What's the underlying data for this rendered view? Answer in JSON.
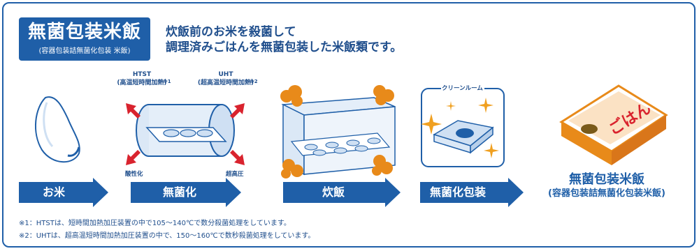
{
  "title": {
    "main": "無菌包装米飯",
    "sub": "(容器包装詰無菌化包装 米飯)"
  },
  "description": [
    "炊飯前のお米を殺菌して",
    "調理済みごはんを無菌包装した米飯類です。"
  ],
  "labels": {
    "htst": "HTST",
    "htst_sub": "(高温短時間加熱)",
    "htst_mark": "※1",
    "uht": "UHT",
    "uht_sub": "(超高温短時間加熱)",
    "uht_mark": "※2",
    "acid": "酸性化",
    "pressure": "超高圧",
    "cleanroom": "クリーンルーム",
    "pack_text": "ごはん"
  },
  "steps": [
    {
      "label": "お米"
    },
    {
      "label": "無菌化"
    },
    {
      "label": "炊飯"
    },
    {
      "label": "無菌化包装"
    }
  ],
  "final": {
    "name": "無菌包装米飯",
    "sub": "(容器包装詰無菌化包装米飯)"
  },
  "footnotes": [
    "※1：HTSTは、短時間加熱加圧装置の中で105～140℃で数分殺菌処理をしています。",
    "※2：UHTは、超高温短時間加熱加圧装置の中で、150～160℃で数秒殺菌処理をしています。"
  ],
  "colors": {
    "brand": "#1f5fa8",
    "red": "#d9232e",
    "orange": "#e88a1a",
    "light_blue": "#cfe0f3"
  }
}
